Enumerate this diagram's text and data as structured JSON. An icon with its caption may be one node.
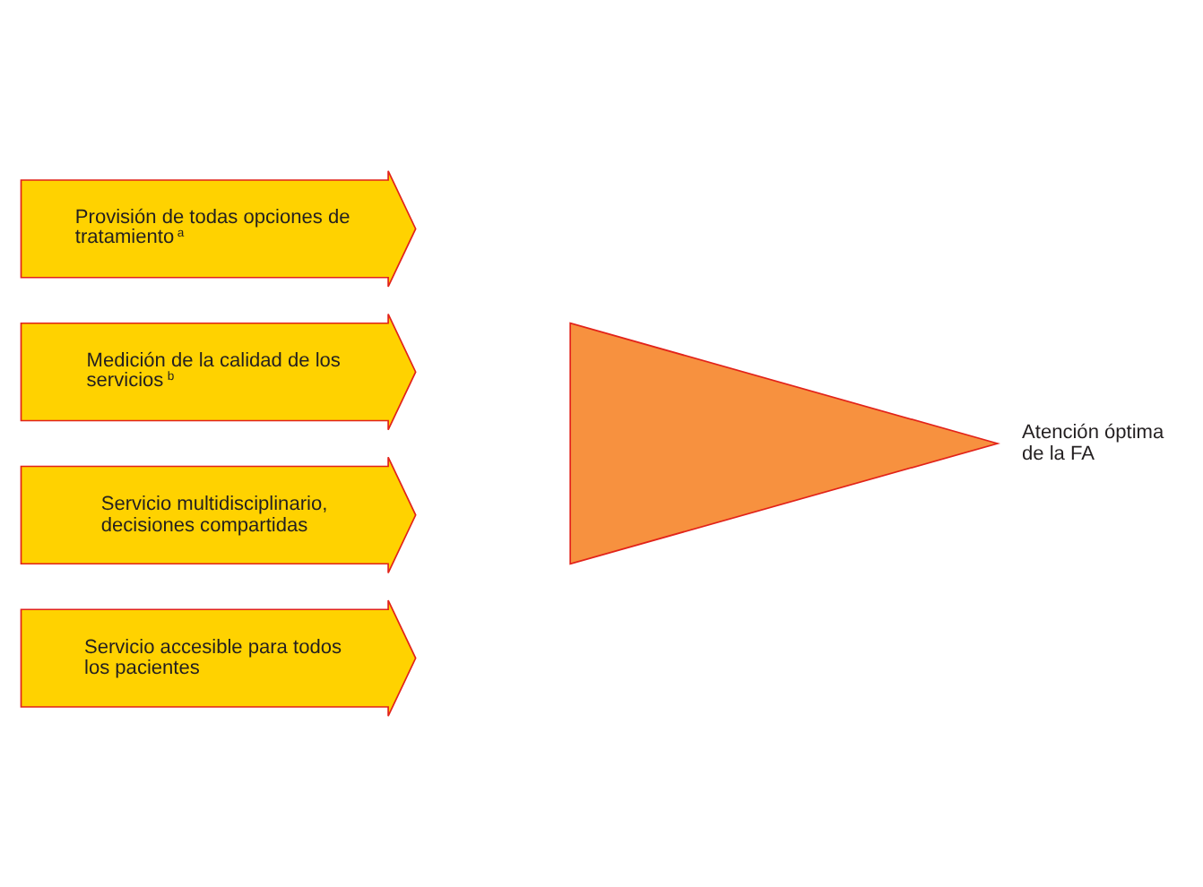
{
  "diagram": {
    "nodes": [
      {
        "text": [
          "Provisión de todas opciones de tratamiento$^{a}$"
        ]
      },
      {
        "text": [
          "Medición de la calidad de los servicios$^{b}$"
        ]
      },
      {
        "text": [
          "Servicio multidisciplinario, decisiones compartidas"
        ]
      },
      {
        "text": [
          "Servicio accesible para todos los pacientes"
        ]
      },
      {
        "text": [],
        "shape": "triangle",
        "beside": [
          "Atención óptima de la FA"
        ]
      }
    ],
    "edges": []
  }
}
